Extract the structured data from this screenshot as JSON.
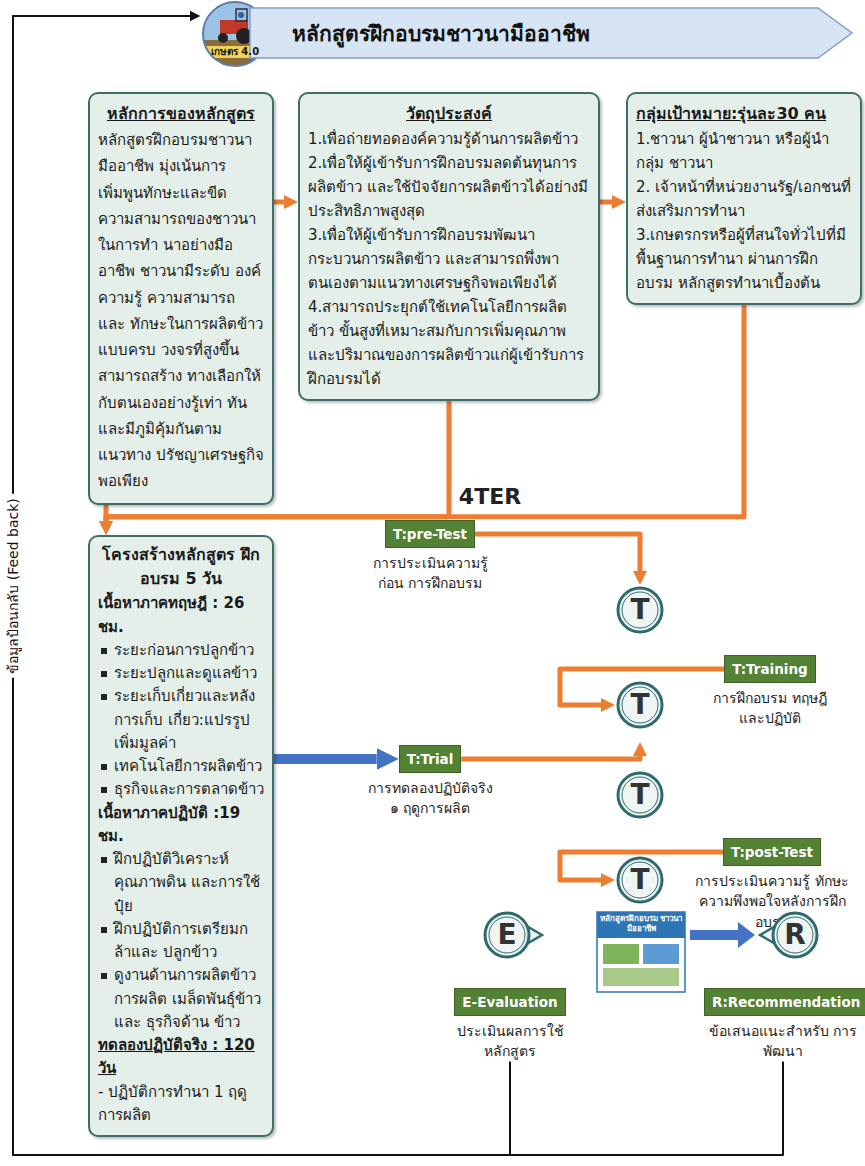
{
  "diagram": {
    "nodes": [
      {
        "text": [
          "หลักสูตรฝึกอบรมชาวนามืออาชีพ"
        ]
      },
      {
        "text": [
          "หลักการของหลักสูตร",
          "หลักสูตรฝึกอบรมชาวนามืออาชีพ มุ่งเน้นการเพิ่มพูนทักษะและขีด ความสามารถของชาวนาในการทำ นาอย่างมืออาชีพ ชาวนามีระดับ องค์ความรู้ ความสามารถ และ ทักษะในการผลิตข้าวแบบครบ วงจรที่สูงขึ้น สามารถสร้าง ทางเลือกให้กับตนเองอย่างรู้เท่า ทัน และมีภูมิคุ้มกันตามแนวทาง ปรัชญาเศรษฐกิจพอเพียง"
        ]
      },
      {
        "text": [
          "วัตถุประสงค์",
          "1.เพื่อถ่ายทอดองค์ความรู้ด้านการผลิตข้าว",
          "2.เพื่อให้ผู้เข้ารับการฝึกอบรมลดต้นทุนการ ผลิตข้าว และใช้ปัจจัยการผลิตข้าวได้อย่างมี ประสิทธิภาพสูงสุด",
          "3.เพื่อให้ผู้เข้ารับการฝึกอบรมพัฒนา กระบวนการผลิตข้าว และสามารถพึ่งพา ตนเองตามแนวทางเศรษฐกิจพอเพียงได้",
          "4.สามารถประยุกต์ใช้เทคโนโลยีการผลิตข้าว ขั้นสูงที่เหมาะสมกับการเพิ่มคุณภาพ และปริมาณของการผลิตข้าวแก่ผู้เข้ารับการ ฝึกอบรมได้"
        ]
      },
      {
        "text": [
          "กลุ่มเป้าหมาย:รุ่นละ30 คน",
          "1.ชาวนา ผู้นำชาวนา หรือผู้นำกลุ่ม ชาวนา",
          "2. เจ้าหน้าที่หน่วยงานรัฐ/เอกชนที่ ส่งเสริมการทำนา",
          "3.เกษตรกรหรือผู้ที่สนใจทั่วไปที่มี พื้นฐานการทำนา ผ่านการฝึกอบรม หลักสูตรทำนาเบื้องต้น"
        ]
      },
      {
        "text": [
          "โครงสร้างหลักสูตร ฝึกอบรม 5 วัน",
          "เนื้อหาภาคทฤษฎี : 26 ชม.",
          "ระยะก่อนการปลูกข้าว",
          "ระยะปลูกและดูแลข้าว",
          "ระยะเก็บเกี่ยวและหลังการเก็บ เกี่ยว:แปรรูป เพิ่มมูลค่า",
          "เทคโนโลยีการผลิตข้าว",
          "ธุรกิจและการตลาดข้าว",
          "เนื้อหาภาคปฏิบัติ :19 ชม.",
          "ฝึกปฏิบัติวิเคราะห์คุณภาพดิน และการใช้ปุ๋ย",
          "ฝึกปฏิบัติการเตรียมกล้าและ ปลูกข้าว",
          "ดูงานด้านการผลิตข้าวการผลิต เมล็ดพันธุ์ข้าว และ ธุรกิจด้าน ข้าว",
          "ทดลองปฏิบัติจริง : 120 วัน",
          "- ปฏิบัติการทำนา 1 ฤดูการผลิต"
        ]
      },
      {
        "text": [
          "T:pre-Test",
          "การประเมินความรู้ก่อน การฝึกอบรม"
        ]
      },
      {
        "text": [
          "T"
        ]
      },
      {
        "text": [
          "T:Training",
          "การฝึกอบรม ทฤษฎีและปฏิบัติ"
        ]
      },
      {
        "text": [
          "T"
        ]
      },
      {
        "text": [
          "T:Trial",
          "การทดลองปฏิบัติจริง ๑ ฤดูการผลิต"
        ]
      },
      {
        "text": [
          "T"
        ]
      },
      {
        "text": [
          "T:post-Test",
          "การประเมินความรู้ ทักษะ ความพึงพอใจหลังการฝึกอบรม"
        ]
      },
      {
        "text": [
          "T"
        ]
      },
      {
        "text": [
          "E"
        ]
      },
      {
        "text": [
          "E-Evaluation",
          "ประเมินผลการใช้ หลักสูตร"
        ]
      },
      {
        "text": [
          "R"
        ]
      },
      {
        "text": [
          "R:Recommendation",
          "ข้อเสนอแนะสำหรับ การพัฒนา"
        ]
      }
    ],
    "edges": [
      {
        "from": 1,
        "to": 2,
        "arrow": "to"
      },
      {
        "from": 2,
        "to": 3,
        "arrow": "to"
      },
      {
        "from": 1,
        "to": 4,
        "arrow": "to"
      },
      {
        "from": 2,
        "to": 4,
        "arrow": "to"
      },
      {
        "from": 3,
        "to": 4,
        "arrow": "to"
      },
      {
        "from": 4,
        "to": 9,
        "arrow": "to"
      },
      {
        "from": 5,
        "to": 6,
        "arrow": "to"
      },
      {
        "from": 7,
        "to": 8,
        "arrow": "to"
      },
      {
        "from": 9,
        "to": 10,
        "arrow": "to"
      },
      {
        "from": 11,
        "to": 12,
        "arrow": "to"
      },
      {
        "from": 14,
        "to": 0,
        "arrow": "to"
      },
      {
        "from": 16,
        "to": 0,
        "arrow": "to"
      }
    ],
    "labels": [
      "เกษตร 4.0",
      "4TER",
      "ข้อมูลป้อนกลับ (Feed back)",
      "หลักสูตรฝึกอบรม ชาวนามืออาชีพ"
    ]
  }
}
